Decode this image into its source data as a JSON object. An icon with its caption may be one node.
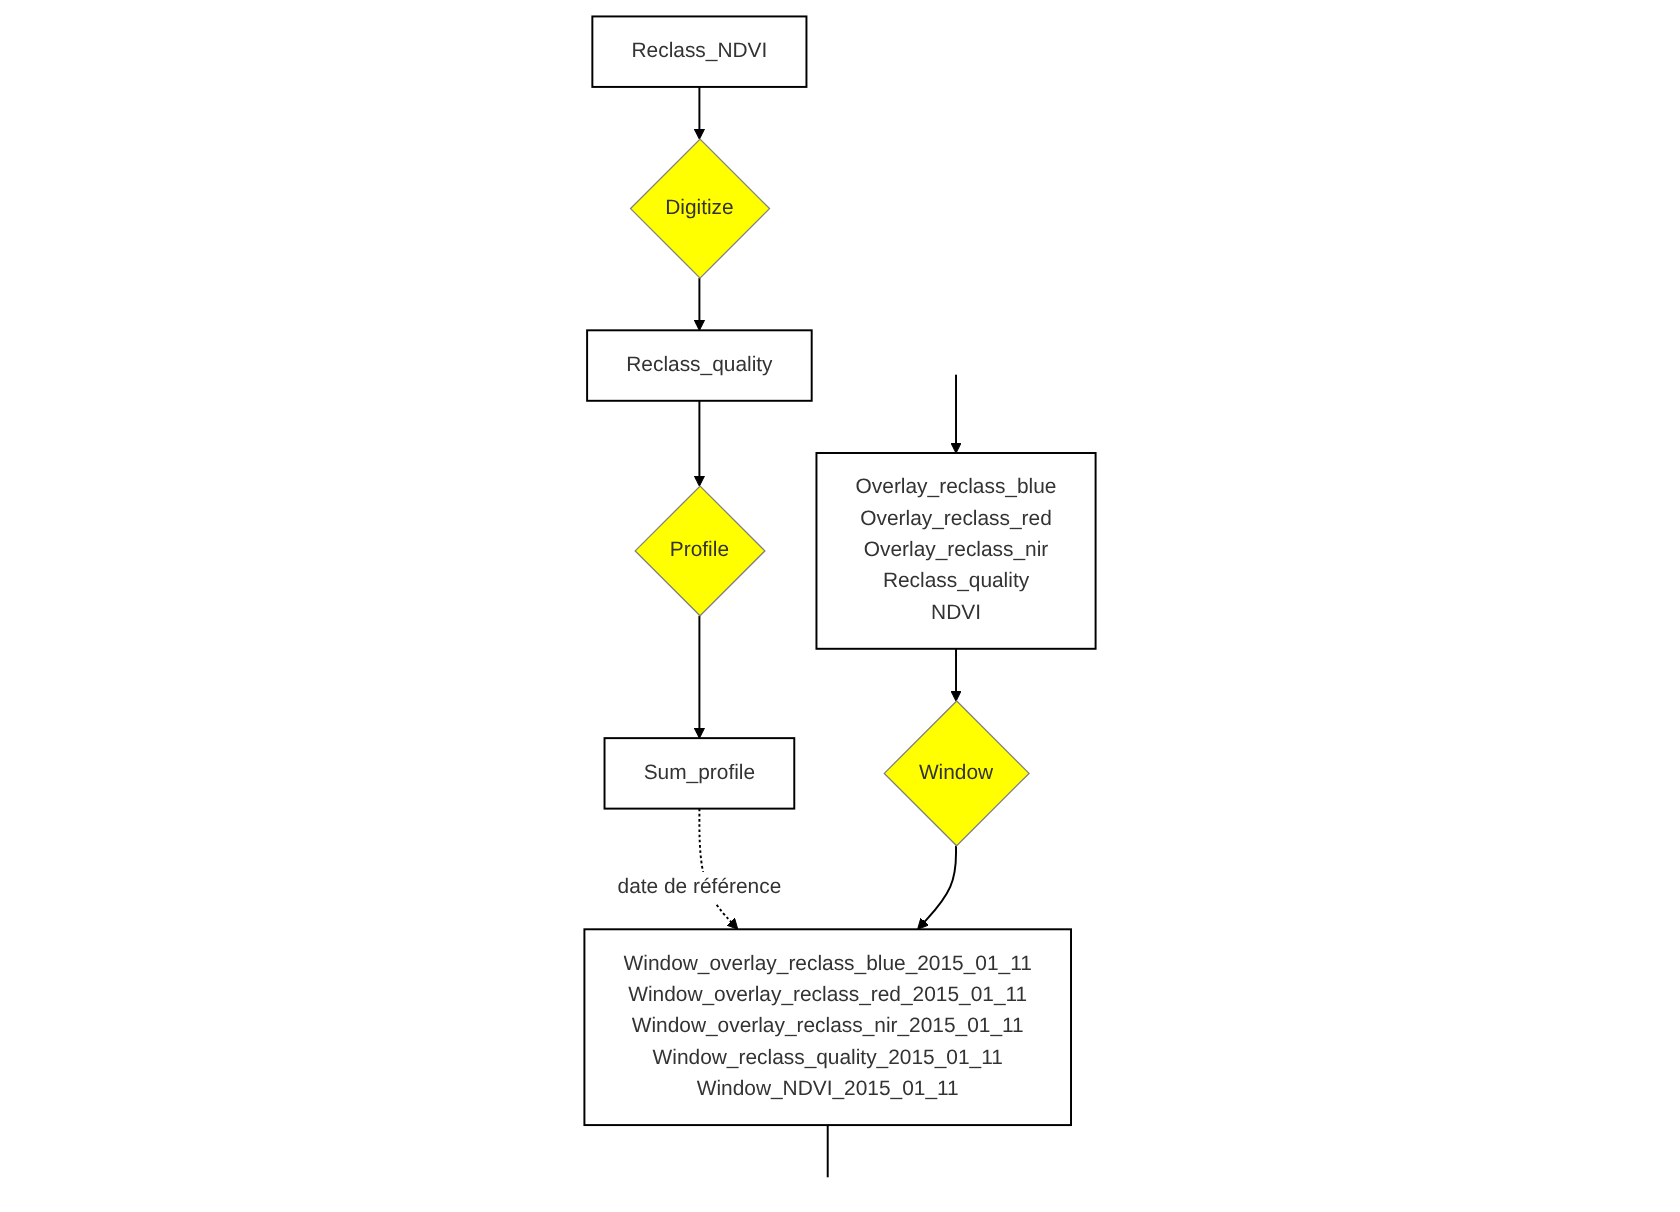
{
  "diagram": {
    "nodes": [
      {
        "text": [
          "Reclass_NDVI"
        ]
      },
      {
        "text": [
          "Digitize"
        ]
      },
      {
        "text": [
          "Reclass_quality"
        ]
      },
      {
        "text": [
          "Profile"
        ]
      },
      {
        "text": [
          "Sum_profile"
        ]
      },
      {
        "text": [
          "Overlay_reclass_blue",
          "Overlay_reclass_red",
          "Overlay_reclass_nir",
          "Reclass_quality",
          "NDVI"
        ]
      },
      {
        "text": [
          "Window"
        ]
      },
      {
        "text": [
          "Window_overlay_reclass_blue_2015_01_11",
          "Window_overlay_reclass_red_2015_01_11",
          "Window_overlay_reclass_nir_2015_01_11",
          "Window_reclass_quality_2015_01_11",
          "Window_NDVI_2015_01_11"
        ]
      }
    ],
    "edges": [
      {
        "from": 0,
        "to": 1,
        "arrow": "to"
      },
      {
        "from": 1,
        "to": 2,
        "arrow": "to"
      },
      {
        "from": 2,
        "to": 3,
        "arrow": "to"
      },
      {
        "from": 3,
        "to": 4,
        "arrow": "to"
      },
      {
        "from": 4,
        "to": 7,
        "arrow": "to",
        "label": "date de référence",
        "style": "dashed"
      },
      {
        "from": null,
        "to": 5,
        "arrow": "to"
      },
      {
        "from": 5,
        "to": 6,
        "arrow": "to"
      },
      {
        "from": 6,
        "to": 7,
        "arrow": "to"
      },
      {
        "from": 7,
        "to": null,
        "arrow": "none"
      }
    ]
  }
}
